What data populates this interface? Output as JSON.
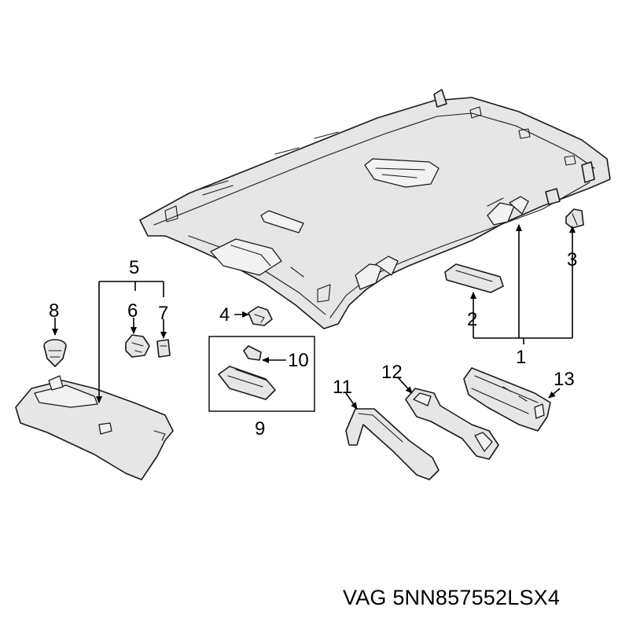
{
  "callouts": {
    "c1": "1",
    "c2": "2",
    "c3": "3",
    "c4": "4",
    "c5": "5",
    "c6": "6",
    "c7": "7",
    "c8": "8",
    "c9": "9",
    "c10": "10",
    "c11": "11",
    "c12": "12",
    "c13": "13"
  },
  "part_number": "VAG 5NN857552LSX4",
  "colors": {
    "line": "#1a1a1a",
    "fill": "#e6e6e6",
    "background": "#ffffff"
  }
}
